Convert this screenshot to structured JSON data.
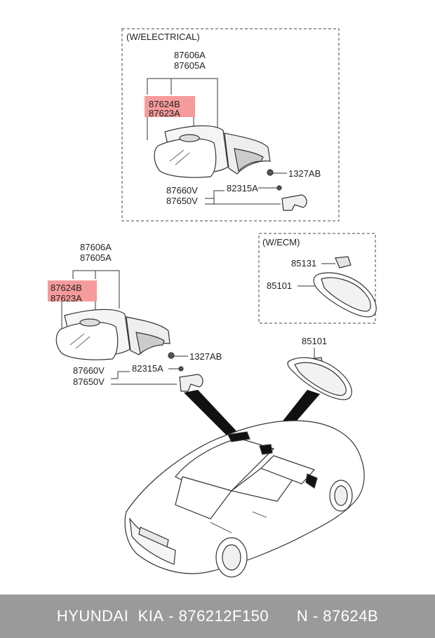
{
  "diagram": {
    "electrical_box": {
      "label": "(W/ELECTRICAL)",
      "parts": [
        "87606A",
        "87605A",
        "87624B",
        "87623A",
        "1327AB",
        "87660V",
        "82315A",
        "87650V"
      ]
    },
    "manual_assembly": {
      "parts": [
        "87606A",
        "87605A",
        "87624B",
        "87623A",
        "1327AB",
        "87660V",
        "82315A",
        "87650V"
      ]
    },
    "ecm_box": {
      "label": "(W/ECM)",
      "parts": [
        "85131",
        "85101"
      ]
    },
    "inside_mirror": {
      "part": "85101"
    },
    "highlight_color": "#f48a8a",
    "line_color": "#333333"
  },
  "footer": {
    "brand": "HYUNDAI  KIA",
    "part_number": "876212F150",
    "ref_prefix": "N",
    "ref_code": "87624B",
    "background": "#9a9a9a"
  }
}
